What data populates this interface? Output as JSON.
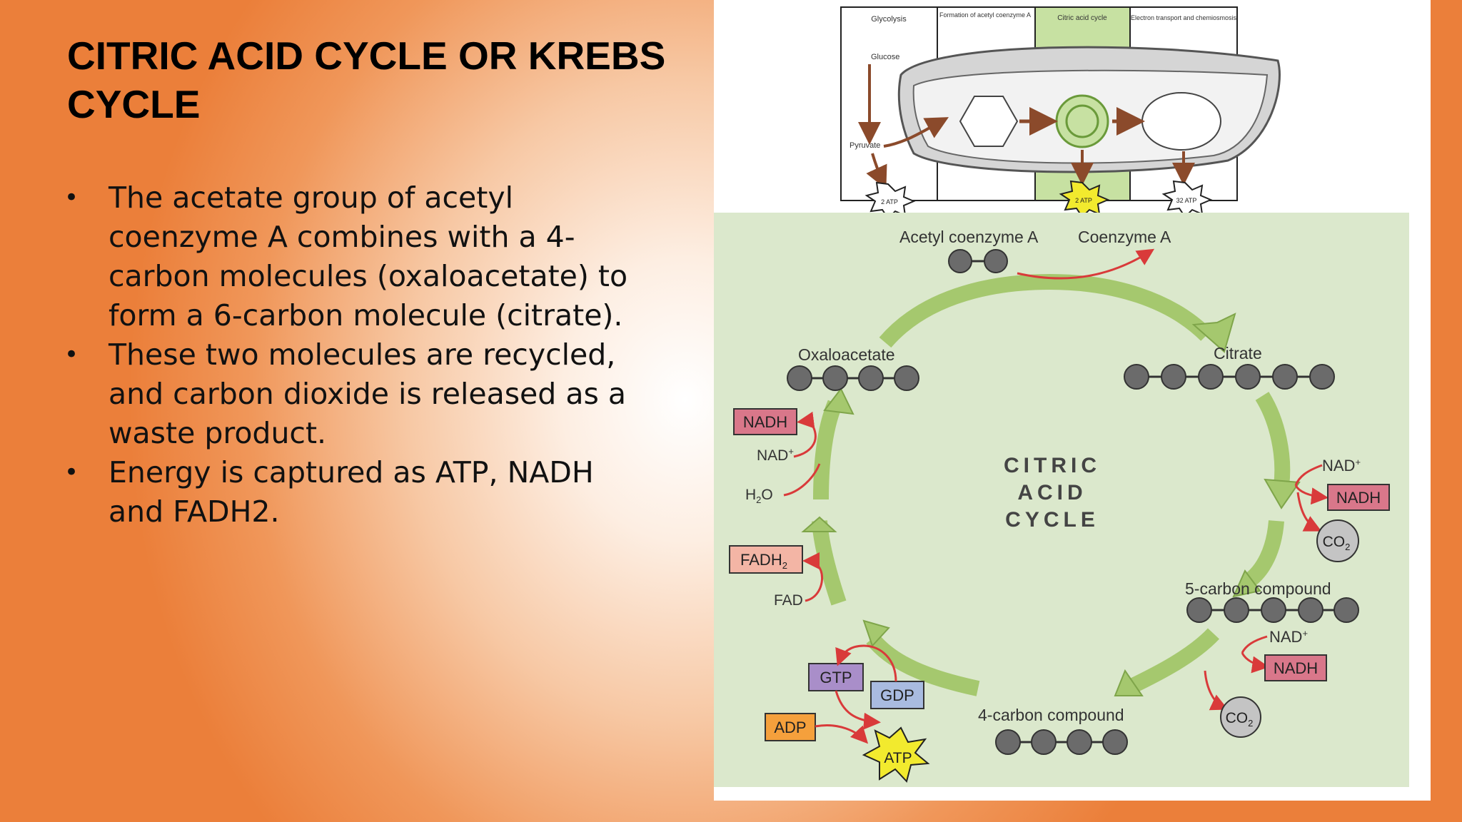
{
  "slide": {
    "title": "CITRIC ACID CYCLE OR KREBS CYCLE",
    "bullets": [
      "The acetate group of acetyl coenzyme A combines with a 4-carbon molecules (oxaloacetate) to form a 6-carbon molecule (citrate).",
      "These two molecules are recycled, and carbon dioxide is released as a waste product.",
      "Energy is captured as ATP, NADH and FADH2."
    ]
  },
  "overview": {
    "columns": [
      "Glycolysis",
      "Formation of acetyl coenzyme A",
      "Citric acid cycle",
      "Electron transport and chemiosmosis"
    ],
    "glucose": "Glucose",
    "pyruvate": "Pyruvate",
    "atp": [
      "2 ATP",
      "2 ATP",
      "32 ATP"
    ]
  },
  "cycle": {
    "center": [
      "CITRIC",
      "ACID",
      "CYCLE"
    ],
    "acetyl": "Acetyl coenzyme A",
    "coenzyme": "Coenzyme A",
    "oxaloacetate": "Oxaloacetate",
    "citrate": "Citrate",
    "five_carbon": "5-carbon compound",
    "four_carbon": "4-carbon compound",
    "nadh": "NADH",
    "nad": "NAD",
    "nad_sup": "+",
    "h2o_h": "H",
    "h2o_sub": "2",
    "h2o_o": "O",
    "fadh": "FADH",
    "fadh_sub": "2",
    "fad": "FAD",
    "co": "CO",
    "co_sub": "2",
    "gtp": "GTP",
    "gdp": "GDP",
    "adp": "ADP",
    "atp": "ATP"
  },
  "colors": {
    "cycle_bg": "#dbe8cc",
    "arrow": "#a5c86e",
    "molecule": "#6b6b6b",
    "nadh_box": "#d9778a",
    "fadh_box": "#f3b5a5",
    "gtp_box": "#a98ec9",
    "gdp_box": "#a9bbe0",
    "adp_box": "#f5a03c",
    "atp_star": "#f2ea2e",
    "highlight": "#c7e1a2"
  }
}
